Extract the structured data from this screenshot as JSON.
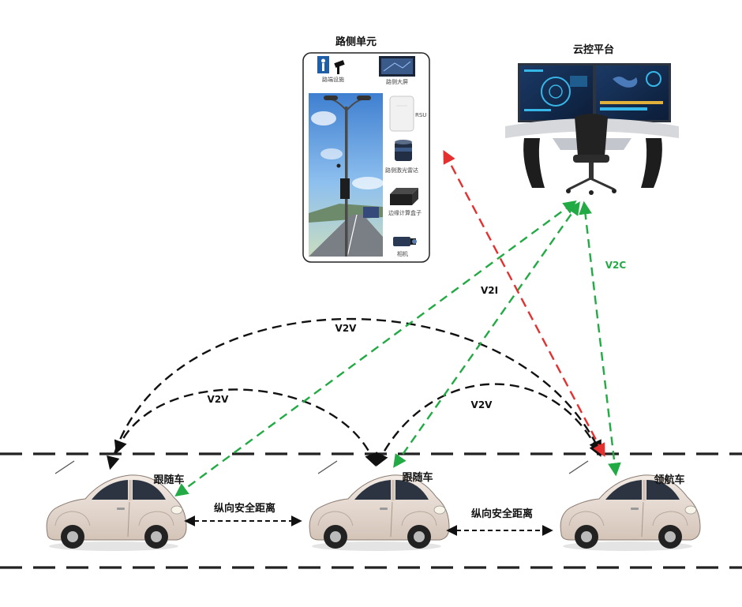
{
  "roadside": {
    "title": "路侧单元",
    "items": {
      "facility": "路端设施",
      "screen": "路侧大屏",
      "rsu": "RSU",
      "lidar": "路侧激光雷达",
      "edge_box": "边缘计算盒子",
      "camera": "相机"
    }
  },
  "cloud": {
    "title": "云控平台"
  },
  "links": {
    "v2i": "V2I",
    "v2c": "V2C",
    "v2v_top": "V2V",
    "v2v_left": "V2V",
    "v2v_right": "V2V"
  },
  "vehicles": {
    "follower_1": "跟随车",
    "follower_2": "跟随车",
    "leader": "领航车"
  },
  "distances": {
    "left": "纵向安全距离",
    "right": "纵向安全距离"
  },
  "colors": {
    "v2v": "#111111",
    "v2i": "#22aa44",
    "uplink": "#e53030",
    "car_body": "#e8dcd4",
    "road_line": "#222222"
  },
  "icons": [
    "street-light-icon",
    "screen-icon",
    "rsu-icon",
    "lidar-icon",
    "edge-box-icon",
    "camera-icon",
    "control-desk-icon",
    "chair-icon",
    "car-icon"
  ]
}
